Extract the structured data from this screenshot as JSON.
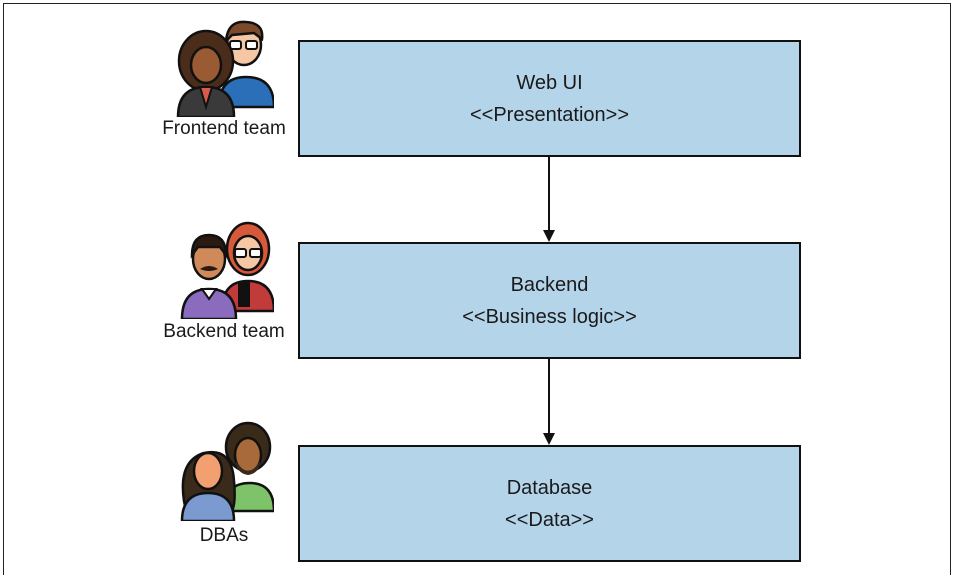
{
  "layers": [
    {
      "name": "Web UI",
      "stereotype": "<<Presentation>>"
    },
    {
      "name": "Backend",
      "stereotype": "<<Business logic>>"
    },
    {
      "name": "Database",
      "stereotype": "<<Data>>"
    }
  ],
  "teams": [
    {
      "label": "Frontend team",
      "icon": "two-people-icon"
    },
    {
      "label": "Backend team",
      "icon": "two-people-icon"
    },
    {
      "label": "DBAs",
      "icon": "two-people-icon"
    }
  ],
  "colors": {
    "layer_fill": "#b4d4ea",
    "layer_border": "#111111"
  }
}
